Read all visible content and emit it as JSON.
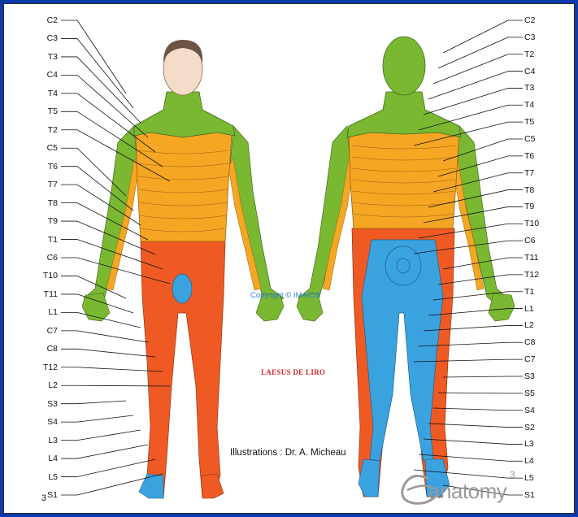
{
  "left_labels": [
    "C2",
    "C3",
    "T3",
    "C4",
    "T4",
    "T5",
    "T2",
    "C5",
    "T6",
    "T7",
    "T8",
    "T9",
    "T1",
    "C6",
    "T10",
    "T11",
    "L1",
    "C7",
    "C8",
    "T12",
    "L2",
    "S3",
    "S4",
    "L3",
    "L4",
    "L5",
    "S1"
  ],
  "right_labels": [
    "C2",
    "C3",
    "T2",
    "C4",
    "T3",
    "T4",
    "T5",
    "C5",
    "T6",
    "T7",
    "T8",
    "T9",
    "T10",
    "C6",
    "T11",
    "T12",
    "T1",
    "L1",
    "L2",
    "C8",
    "C7",
    "S3",
    "S5",
    "S4",
    "S2",
    "L3",
    "L4",
    "L5",
    "S1"
  ],
  "copyright": "Copyright © IMAIOS",
  "credit_title": "LAESUS DE LIRO",
  "illustrator": "Illustrations : Dr. A. Micheau",
  "brand_text": "anatomy",
  "brand_super": "3",
  "page_mark": "3",
  "colors": {
    "cervical": "#7ab832",
    "thoracic": "#f5a623",
    "lumbar": "#ef5a24",
    "sacral": "#3ba2e0",
    "skin": "#f3dcc8",
    "hair": "#6b5443",
    "frame": "#0d3aa8"
  }
}
